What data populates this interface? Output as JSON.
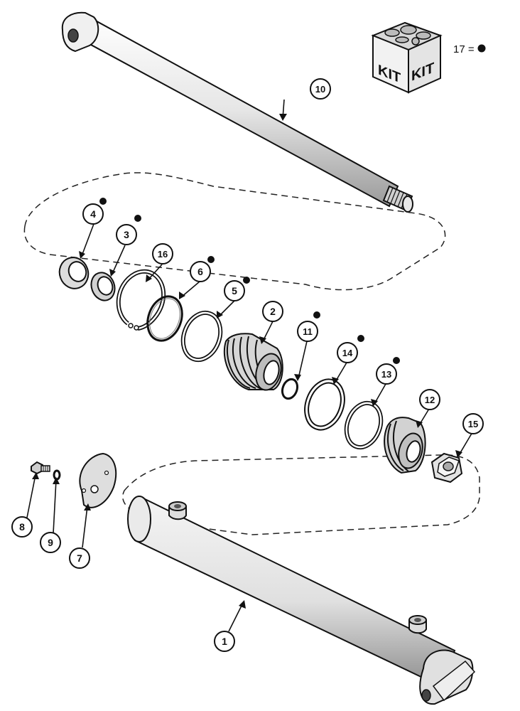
{
  "diagram": {
    "kit_box": {
      "labels": [
        "KIT",
        "KIT"
      ]
    },
    "kit_legend": {
      "text": "17 ="
    },
    "callouts": [
      {
        "id": "c1",
        "label": "1"
      },
      {
        "id": "c2",
        "label": "2"
      },
      {
        "id": "c3",
        "label": "3"
      },
      {
        "id": "c4",
        "label": "4"
      },
      {
        "id": "c5",
        "label": "5"
      },
      {
        "id": "c6",
        "label": "6"
      },
      {
        "id": "c7",
        "label": "7"
      },
      {
        "id": "c8",
        "label": "8"
      },
      {
        "id": "c9",
        "label": "9"
      },
      {
        "id": "c10",
        "label": "10"
      },
      {
        "id": "c11",
        "label": "11"
      },
      {
        "id": "c12",
        "label": "12"
      },
      {
        "id": "c13",
        "label": "13"
      },
      {
        "id": "c14",
        "label": "14"
      },
      {
        "id": "c15",
        "label": "15"
      },
      {
        "id": "c16",
        "label": "16"
      }
    ]
  }
}
